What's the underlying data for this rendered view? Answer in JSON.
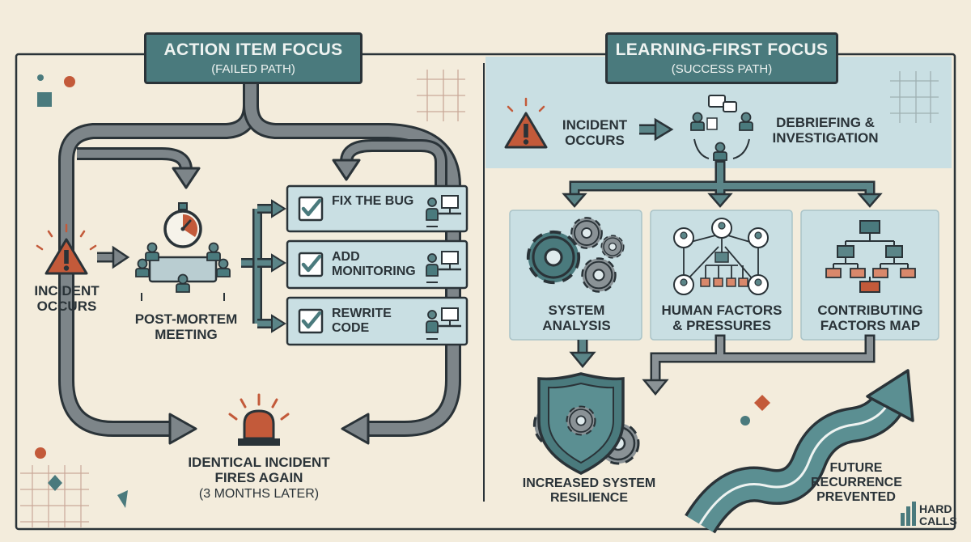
{
  "left": {
    "banner_title": "ACTION ITEM FOCUS",
    "banner_sub": "(FAILED PATH)",
    "incident": "INCIDENT OCCURS",
    "meeting": "POST-MORTEM MEETING",
    "tasks": [
      "FIX THE BUG",
      "ADD MONITORING",
      "REWRITE CODE"
    ],
    "repeat_title": "IDENTICAL INCIDENT FIRES AGAIN",
    "repeat_note": "(3 MONTHS LATER)"
  },
  "right": {
    "banner_title": "LEARNING-FIRST FOCUS",
    "banner_sub": "(SUCCESS PATH)",
    "incident": "INCIDENT OCCURS",
    "debrief": "DEBRIEFING & INVESTIGATION",
    "cards": [
      "SYSTEM ANALYSIS",
      "HUMAN FACTORS & PRESSURES",
      "CONTRIBUTING FACTORS MAP"
    ],
    "resilience": "INCREASED SYSTEM RESILIENCE",
    "prevented": "FUTURE RECURRENCE PREVENTED"
  },
  "brand": {
    "line1": "HARD",
    "line2": "CALLS"
  },
  "colors": {
    "background": "#f3ecdc",
    "teal": "#4a7a7d",
    "panel_blue": "#c9dfe3",
    "arrow_gray": "#7d8589",
    "accent_orange": "#c35a3a",
    "ink": "#2a3338"
  }
}
